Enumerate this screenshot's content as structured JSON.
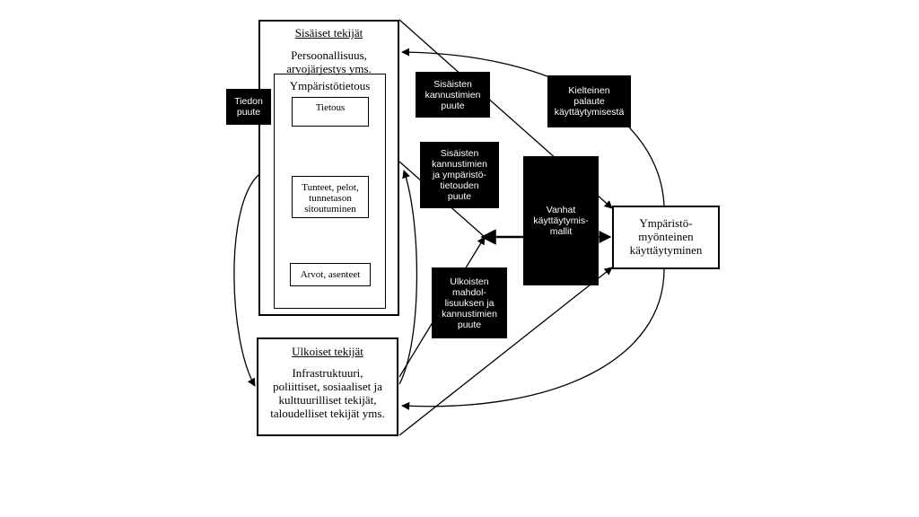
{
  "internal": {
    "title": "Sisäiset tekijät",
    "personality": [
      "Persoonallisuus,",
      "arvojärjestys yms."
    ],
    "env_knowledge": {
      "title": "Ympäristötietous",
      "knowledge": "Tietous",
      "feelings": [
        "Tunteet, pelot,",
        "tunnetason",
        "sitoutuminen"
      ],
      "values": "Arvot, asenteet"
    }
  },
  "external": {
    "title": "Ulkoiset tekijät",
    "body": [
      "Infrastruktuuri,",
      "poliittiset, sosiaaliset ja",
      "kulttuurilliset tekijät,",
      "taloudelliset tekijät yms."
    ]
  },
  "labels": {
    "lack_knowledge": [
      "Tiedon",
      "puute"
    ],
    "lack_internal_incentives": [
      "Sisäisten",
      "kannustimien",
      "puute"
    ],
    "lack_internal_env_knowledge": [
      "Sisäisten",
      "kannustimien",
      "ja ympäristö-",
      "tietouden",
      "puute"
    ],
    "lack_external": [
      "Ulkoisten",
      "mahdol-",
      "lisuuksen ja",
      "kannustimien",
      "puute"
    ],
    "negative_feedback": [
      "Kielteinen",
      "palaute",
      "käyttäytymisestä"
    ],
    "old_habits": [
      "Vanhat",
      "käyttäytymis-",
      "mallit"
    ]
  },
  "outcome": [
    "Ympäristö-",
    "myönteinen",
    "käyttäytyminen"
  ],
  "colors": {
    "inner_arrows": "#6a9bc3",
    "black": "#000000"
  }
}
